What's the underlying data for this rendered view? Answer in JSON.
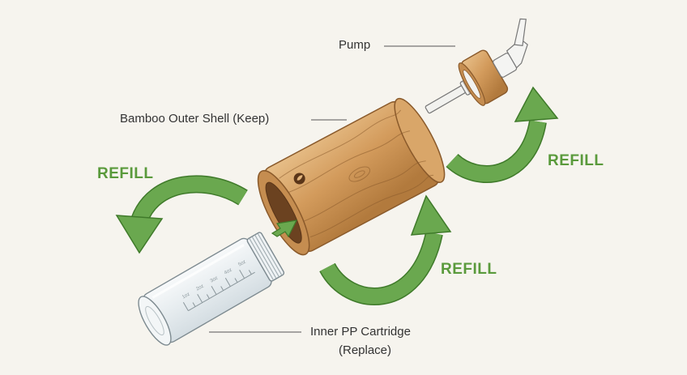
{
  "labels": {
    "pump": "Pump",
    "shell": "Bamboo Outer Shell (Keep)",
    "cartridge_line1": "Inner PP Cartridge",
    "cartridge_line2": "(Replace)"
  },
  "refill_labels": [
    "REFILL",
    "REFILL",
    "REFILL"
  ],
  "cartridge_scale": [
    "1oz",
    "2oz",
    "3oz",
    "4oz",
    "5oz"
  ],
  "colors": {
    "background": "#f6f4ee",
    "arrow_green": "#6aa84f",
    "arrow_outline": "#3f7a2a",
    "refill_text": "#5a9a3c",
    "bamboo_light": "#e3b57c",
    "bamboo_mid": "#c8904f",
    "bamboo_dark": "#9a6530",
    "wood_grain": "#8a5a2b",
    "plastic": "#e9eef1",
    "line": "#444444"
  },
  "icons": {
    "shell_logo": "leaf-logo-icon",
    "refill_arrow": "curved-refill-arrow-icon",
    "insert_arrow": "insert-arrow-icon"
  }
}
